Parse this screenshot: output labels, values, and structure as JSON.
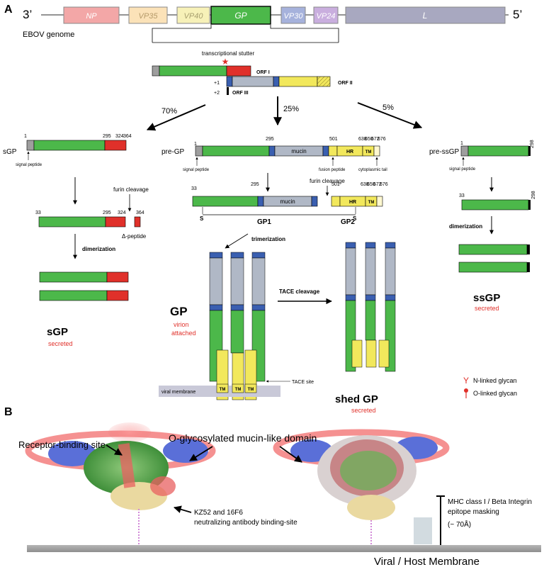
{
  "panel_a": {
    "letter": "A",
    "genome": {
      "end3": "3’",
      "end5": "5’",
      "label": "EBOV genome",
      "genes": [
        "NP",
        "VP35",
        "VP40",
        "GP",
        "VP30",
        "VP24",
        "L"
      ]
    },
    "orf": {
      "stutter": "transcriptional stutter",
      "orf1": "ORF I",
      "orf2": "ORF II",
      "orf3": "ORF III",
      "plus1": "+1",
      "plus2": "+2"
    },
    "pct": [
      "70%",
      "25%",
      "5%"
    ],
    "sgp": {
      "name": "sGP",
      "nums": [
        "1",
        "295",
        "324",
        "364"
      ],
      "nums2": [
        "33",
        "295",
        "324",
        "364"
      ],
      "signal": "signal peptide",
      "furin": "furin cleavage",
      "delta": "Δ-peptide",
      "dimer": "dimerization",
      "big": "sGP",
      "status": "secreted"
    },
    "pregp": {
      "name": "pre-GP",
      "nums": [
        "1",
        "295",
        "501",
        "638",
        "650",
        "672",
        "676"
      ],
      "signal": "signal peptide",
      "fusion": "fusion peptide",
      "cyto": "cytoplasmic tail",
      "mucin": "mucin",
      "hr": "HR",
      "tm": "TM",
      "furin": "furin cleavage",
      "nums2": [
        "33",
        "295",
        "501",
        "638",
        "650",
        "672",
        "676"
      ],
      "s": "S",
      "gp1": "GP1",
      "gp2": "GP2"
    },
    "gp": {
      "trimer": "trimerization",
      "big": "GP",
      "status1": "virion",
      "status2": "attached",
      "tace": "TACE cleavage",
      "tace_site": "TACE site",
      "membrane": "viral membrane",
      "tm": "TM"
    },
    "shed": {
      "big": "shed GP",
      "status": "secreted"
    },
    "ssgp": {
      "name": "pre-ssGP",
      "nums": [
        "1",
        "298"
      ],
      "nums2": [
        "33",
        "298"
      ],
      "signal": "signal peptide",
      "dimer": "dimerization",
      "big": "ssGP",
      "status": "secreted"
    },
    "legend": {
      "n": "N-linked glycan",
      "o": "O-linked glycan"
    }
  },
  "panel_b": {
    "letter": "B",
    "receptor": "Receptor-binding site",
    "mucin": "O-glycosylated mucin-like domain",
    "kz1": "KZ52 and 16F6",
    "kz2": "neutralizing antibody binding-site",
    "mhc1": "MHC class I / Beta Integrin",
    "mhc2": "epitope masking",
    "mhc3": "(~ 70Å)",
    "membrane": "Viral / Host Membrane"
  },
  "colors": {
    "green": "#4cb84a",
    "red": "#e0302a",
    "gray": "#b0b8c6",
    "blue": "#3a5fb0",
    "yellow": "#f2e85c",
    "membrane": "#c9c9d8"
  }
}
